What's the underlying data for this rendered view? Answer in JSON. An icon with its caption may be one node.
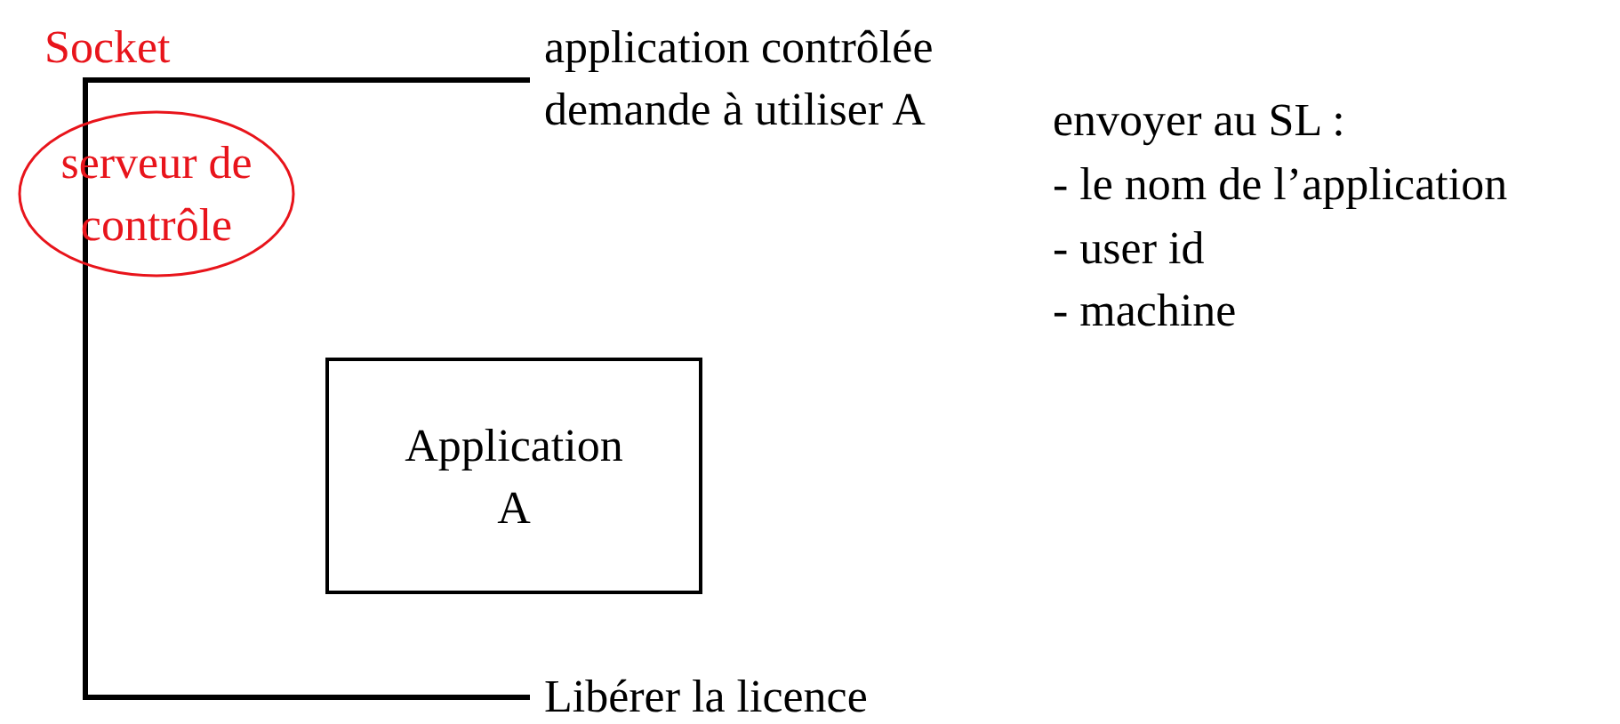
{
  "diagram": {
    "nodes": [
      {
        "text": [
          "serveur de contrôle"
        ]
      },
      {
        "text": [
          "Application A"
        ]
      }
    ],
    "edges": [],
    "labels": [
      "Socket",
      "application contrôlée demande à utiliser A",
      "envoyer au SL :",
      "- le nom de l’application",
      "- user id",
      "- machine",
      "Libérer la licence"
    ]
  }
}
